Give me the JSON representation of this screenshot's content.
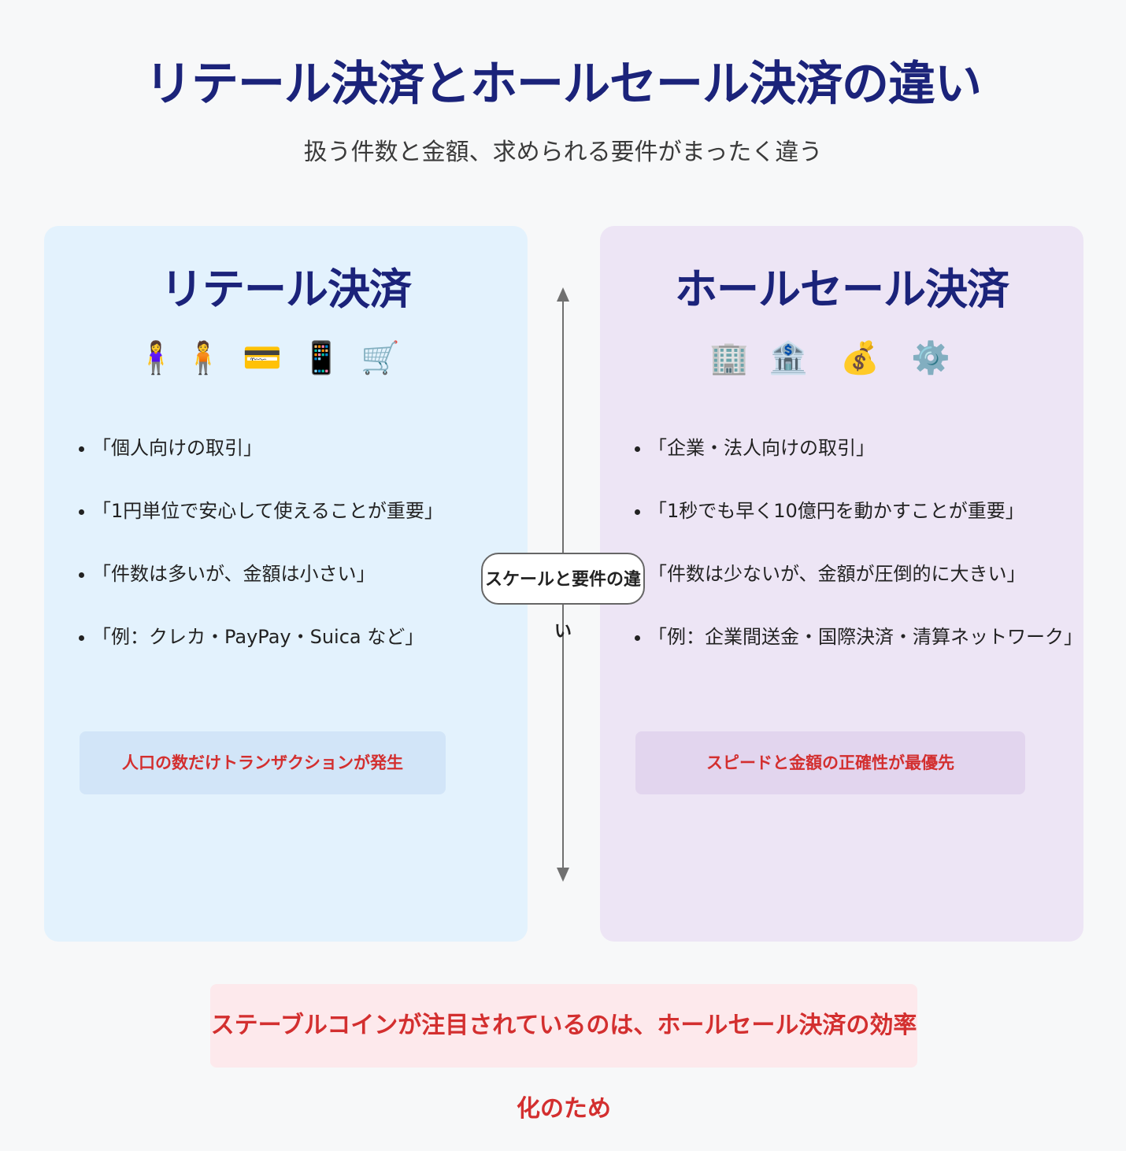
{
  "header": {
    "title": "リテール決済とホールセール決済の違い",
    "subtitle": "扱う件数と金額、求められる要件がまったく違う"
  },
  "retail": {
    "title": "リテール決済",
    "icons": [
      "woman-icon",
      "man-icon",
      "credit-card-icon",
      "mobile-phone-icon",
      "shopping-cart-icon"
    ],
    "icon_glyphs": [
      "🧍‍♀️",
      "🧍",
      "💳",
      "📱",
      "🛒"
    ],
    "bullets": [
      "「個人向けの取引」",
      "「1円単位で安心して使えることが重要」",
      "「件数は多いが、金額は小さい」",
      "「例：クレカ・PayPay・Suica など」"
    ],
    "highlight": "人口の数だけトランザクションが発生"
  },
  "wholesale": {
    "title": "ホールセール決済",
    "icons": [
      "office-building-icon",
      "bank-icon",
      "money-bag-icon",
      "gear-icon"
    ],
    "icon_glyphs": [
      "🏢",
      "🏦",
      "💰",
      "⚙️"
    ],
    "bullets": [
      "「企業・法人向けの取引」",
      "「1秒でも早く10億円を動かすことが重要」",
      "「件数は少ないが、金額が圧倒的に大きい」",
      "「例：企業間送金・国際決済・清算ネットワーク」"
    ],
    "highlight": "スピードと金額の正確性が最優先"
  },
  "center": {
    "label": "スケールと要件の違い"
  },
  "footer": {
    "text": "ステーブルコインが注目されているのは、ホールセール決済の効率化のため"
  },
  "colors": {
    "title": "#1b237a",
    "accent_red": "#d32f2f",
    "retail_bg": "#e3f2fd",
    "wholesale_bg": "#ede5f5",
    "footer_bg": "#fde9ec"
  }
}
